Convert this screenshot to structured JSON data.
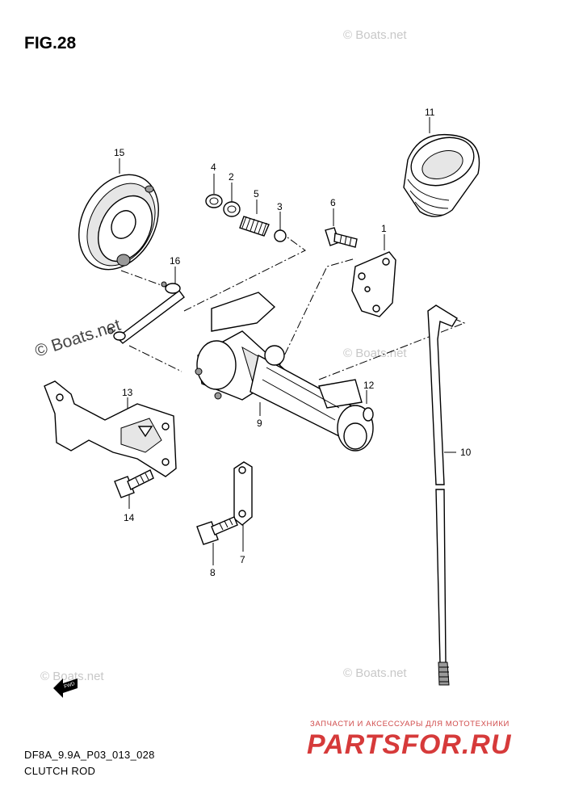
{
  "figure": {
    "title": "FIG.28",
    "code": "DF8A_9.9A_P03_013_028",
    "name": "CLUTCH ROD"
  },
  "callouts": [
    "1",
    "2",
    "3",
    "4",
    "5",
    "6",
    "7",
    "8",
    "9",
    "10",
    "11",
    "12",
    "13",
    "14",
    "15",
    "16"
  ],
  "watermarks": {
    "small": "© Boats.net",
    "large": "© Boats.net"
  },
  "direction_label": "FWD",
  "brand": {
    "tagline": "ЗАПЧАСТИ И АКСЕССУАРЫ ДЛЯ МОТОТЕХНИКИ",
    "logo": "PARTSFOR.RU"
  }
}
